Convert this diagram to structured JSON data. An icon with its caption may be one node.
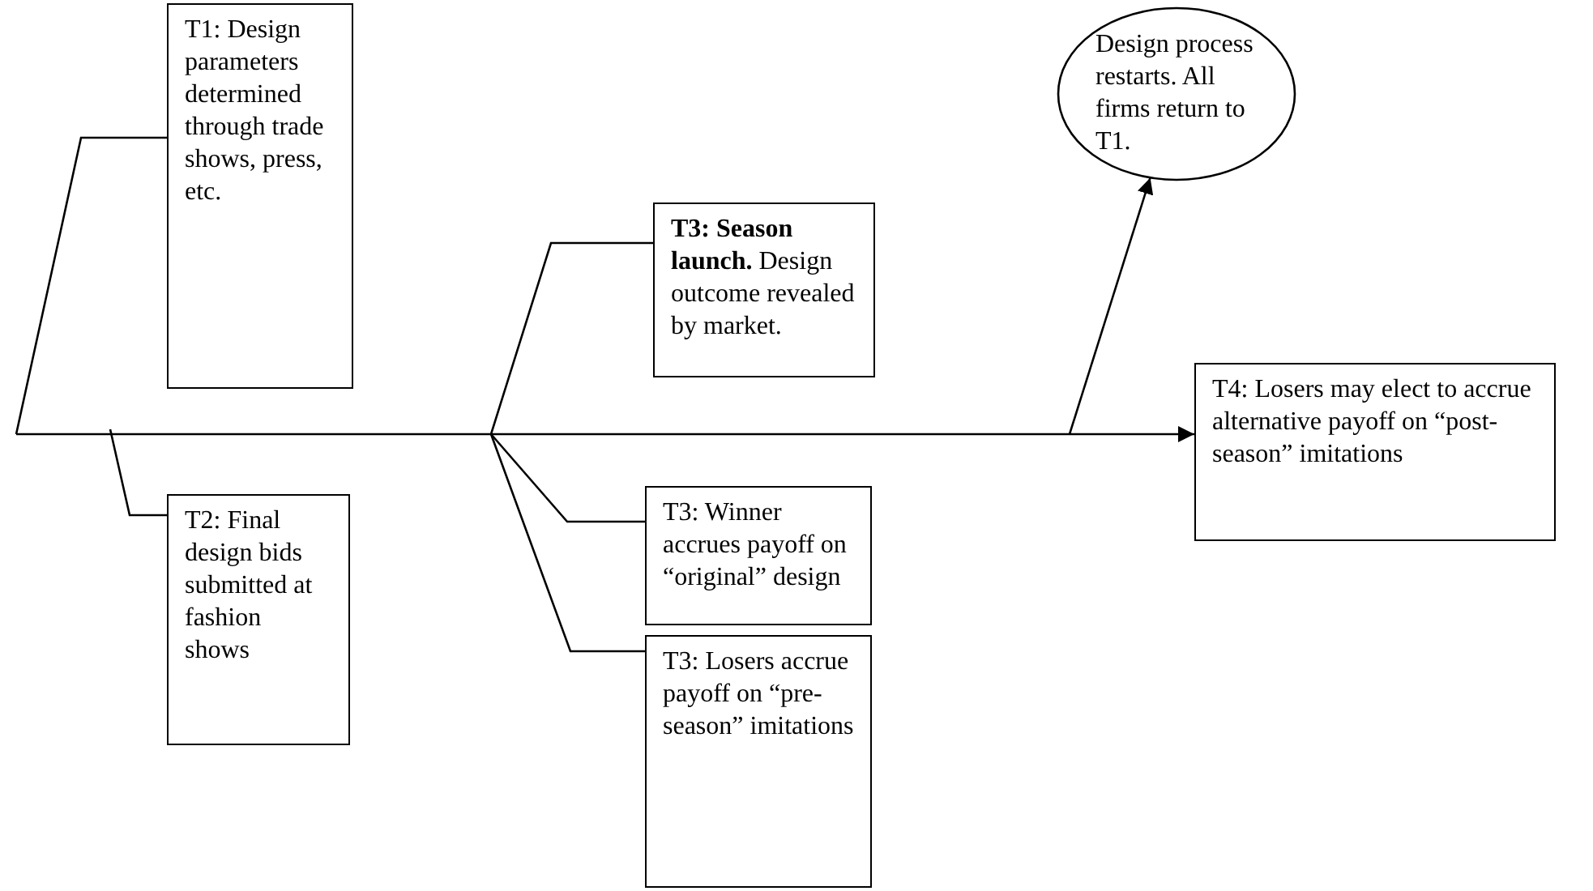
{
  "diagram": {
    "nodes": [
      {
        "text": [
          "T1: Design parameters determined through trade shows, press, etc."
        ]
      },
      {
        "text": [
          "**T3: Season launch.** Design outcome revealed by market."
        ]
      },
      {
        "text": [
          "Design process restarts.  All firms return to T1."
        ]
      },
      {
        "text": [
          "T4: Losers may elect to accrue alternative payoff on “post-season” imitations"
        ]
      },
      {
        "text": [
          "T2: Final design bids submitted at fashion shows"
        ]
      },
      {
        "text": [
          "T3: Winner accrues payoff on “original” design"
        ]
      },
      {
        "text": [
          "T3: Losers accrue payoff on “pre-season” imitations"
        ]
      }
    ],
    "edges": [
      {
        "from": null,
        "to": 3,
        "arrow": "to"
      },
      {
        "from": null,
        "to": 0,
        "arrow": "none"
      },
      {
        "from": null,
        "to": 4,
        "arrow": "none"
      },
      {
        "from": null,
        "to": 1,
        "arrow": "none"
      },
      {
        "from": null,
        "to": 5,
        "arrow": "none"
      },
      {
        "from": null,
        "to": 6,
        "arrow": "none"
      },
      {
        "from": null,
        "to": 2,
        "arrow": "to"
      }
    ]
  }
}
